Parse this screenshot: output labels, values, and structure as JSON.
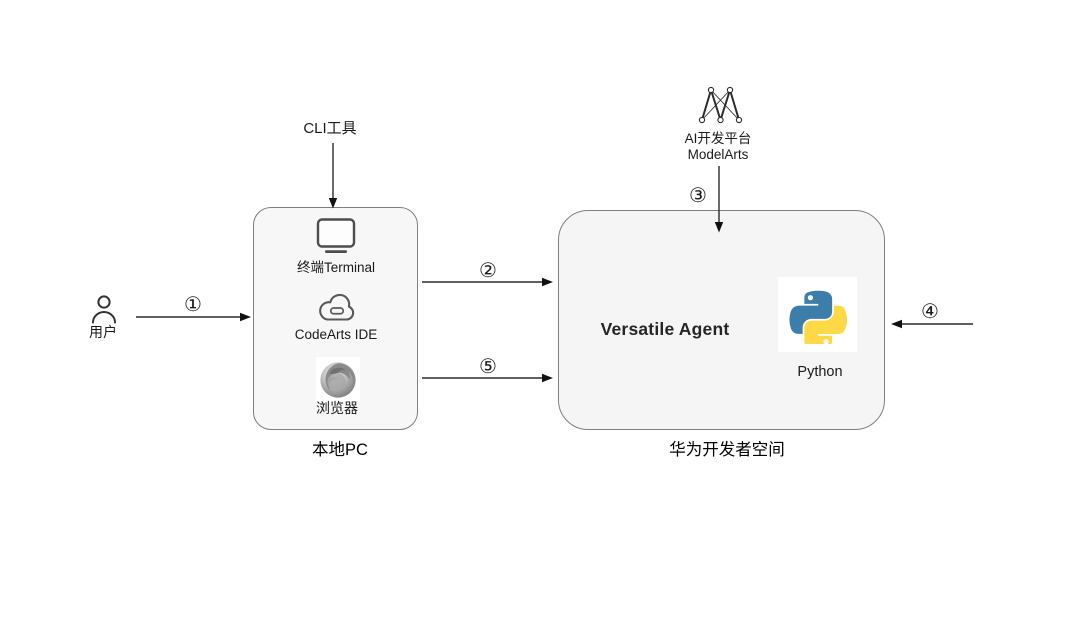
{
  "diagram": {
    "actor": {
      "label": "用户"
    },
    "cli_tool": {
      "label": "CLI工具"
    },
    "local_pc": {
      "title": "本地PC",
      "items": [
        {
          "label": "终端Terminal",
          "icon": "monitor-icon"
        },
        {
          "label": "CodeArts IDE",
          "icon": "cloud-icon"
        },
        {
          "label": "浏览器",
          "icon": "firefox-icon"
        }
      ]
    },
    "dev_space": {
      "title": "华为开发者空间",
      "agent_label": "Versatile Agent",
      "python_label": "Python"
    },
    "modelarts": {
      "platform_label": "AI开发平台",
      "product_label": "ModelArts",
      "icon": "modelarts-network-icon"
    },
    "arrows": {
      "a1": {
        "badge": "①"
      },
      "a2": {
        "badge": "②"
      },
      "a3": {
        "badge": "③"
      },
      "a4": {
        "badge": "④"
      },
      "a5": {
        "badge": "⑤"
      }
    },
    "colors": {
      "box_fill": "#f7f7f7",
      "box_border": "#7f7f7f",
      "python_blue": "#3d7daa",
      "python_yellow": "#ffd845",
      "arrow": "#2b2b2b"
    }
  }
}
